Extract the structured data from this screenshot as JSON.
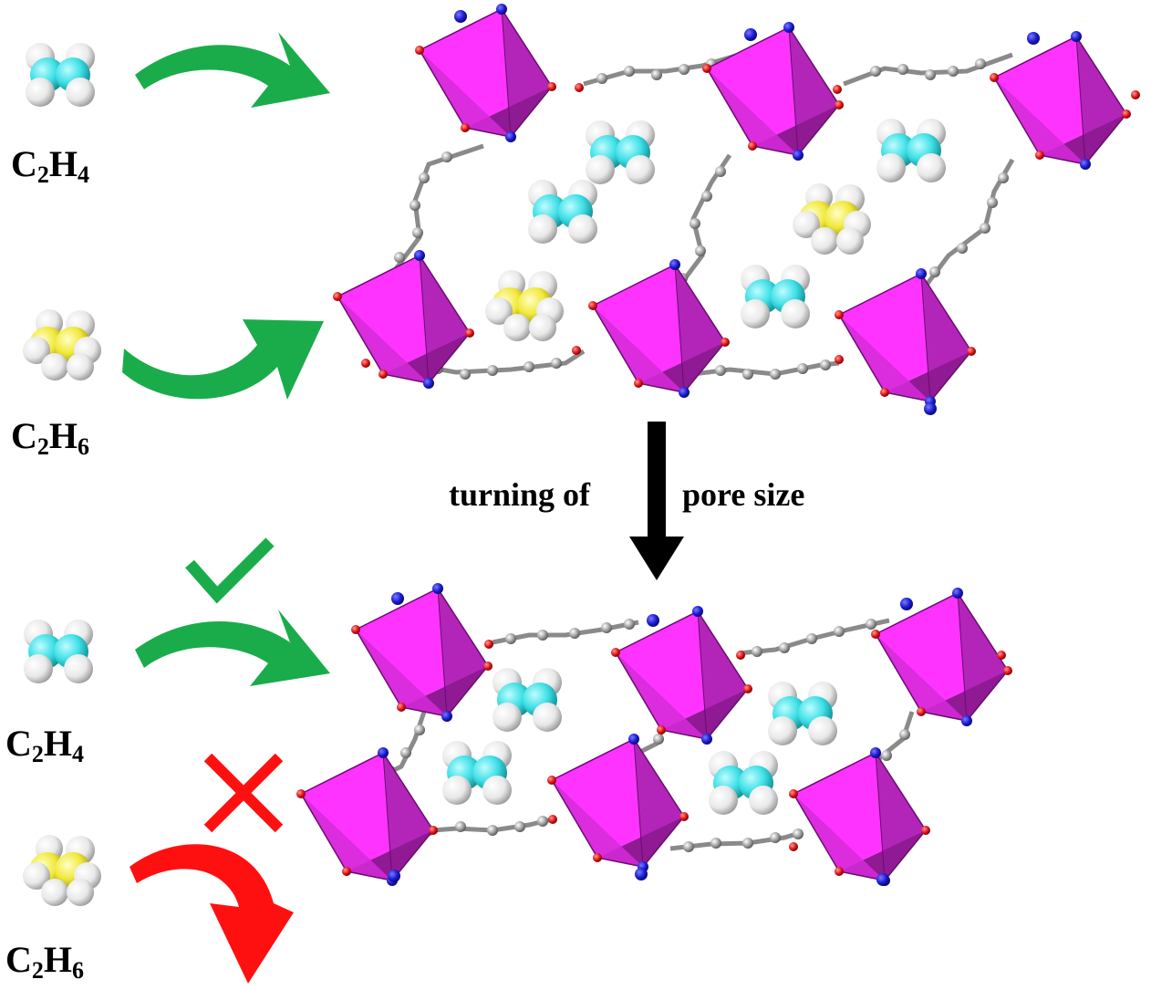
{
  "labels": {
    "ethylene_top": {
      "prefix": "C",
      "sub1": "2",
      "mid": "H",
      "sub2": "4"
    },
    "ethane_top": {
      "prefix": "C",
      "sub1": "2",
      "mid": "H",
      "sub2": "6"
    },
    "ethylene_bottom": {
      "prefix": "C",
      "sub1": "2",
      "mid": "H",
      "sub2": "4"
    },
    "ethane_bottom": {
      "prefix": "C",
      "sub1": "2",
      "mid": "H",
      "sub2": "6"
    }
  },
  "transition": {
    "left_text": "turning of",
    "right_text": "pore size"
  },
  "colors": {
    "ethylene_carbon": "#3ee0e6",
    "ethane_carbon": "#f0e838",
    "hydrogen": "#f4f4f4",
    "polyhedron_light": "#ff33ff",
    "polyhedron_dark": "#9b1fa0",
    "linker_carbon": "#9a9a9a",
    "nitrogen": "#1a1ad0",
    "oxygen": "#e01010",
    "accept_arrow": "#1aac4a",
    "reject_arrow": "#ff1010",
    "reject_cross": "#ff1010",
    "check_mark": "#1aac4a"
  },
  "icons": [
    "check-icon",
    "cross-icon",
    "down-arrow-icon"
  ]
}
